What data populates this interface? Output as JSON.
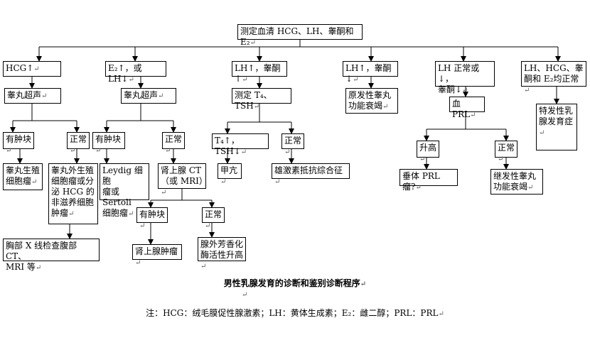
{
  "nodes": {
    "root": "测定血清 HCG、LH、睾酮和 E₂",
    "hcg_up": "HCG↑",
    "e2_up": "E₂↑，或 LH↓",
    "lh_up_t_up": "LH↑，睾酮↑",
    "lh_up_t_down": "LH↑，睾酮↓",
    "lh_normal": "LH 正常或↓，\n睾酮↓",
    "all_normal": "LH、HCG、睾\n酮和 E₂均正常",
    "us1": "睾丸超声",
    "us2": "睾丸超声",
    "t4_tsh": "测定 T₄、TSH",
    "primary_hypo": "原发性睾丸\n功能衰竭",
    "prl": "血 PRL",
    "idiopathic": "特发性乳\n腺发育症",
    "mass1": "有肿块",
    "normal1": "正常",
    "mass2": "有肿块",
    "normal2": "正常",
    "t4_up": "T₄↑，TSH↓",
    "normal3": "正常",
    "prl_high": "升高",
    "normal4": "正常",
    "germ_cell": "睾丸生殖\n细胞瘤",
    "extragonadal": "睾丸外生殖\n细胞瘤或分\n泌 HCG 的\n非滋养细胞\n肿瘤",
    "leydig": "Leydig 细胞\n瘤或 Sertoli\n细胞瘤",
    "adrenal_ct": "肾上腺 CT\n（或 MRI）",
    "hyperthyroid": "甲亢",
    "androgen": "雄激素抵抗综合征",
    "pituitary": "垂体 PRL 瘤?",
    "secondary_hypo": "继发性睾丸\n功能衰竭",
    "chest_xray": "胸部 X 线检查腹部 CT、\nMRI 等",
    "mass3": "有肿块",
    "normal5": "正常",
    "adrenal_tumor": "肾上腺肿瘤",
    "aromatase": "腺外芳香化\n酶活性升高"
  },
  "caption": "男性乳腺发育的诊断和鉴别诊断程序",
  "note": "注：HCG：绒毛膜促性腺激素；LH：黄体生成素；E₂：雌二醇；PRL：PRL",
  "mark": "↵"
}
